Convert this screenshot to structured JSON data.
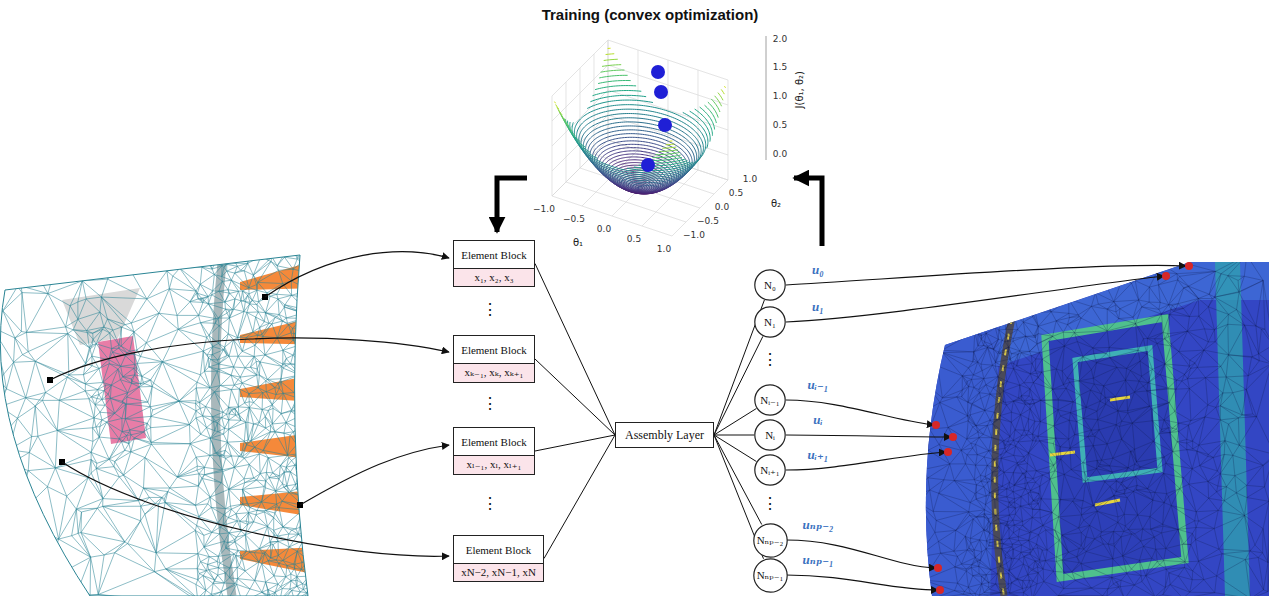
{
  "diagram": {
    "title": "Training (convex optimization)",
    "nodes": [
      {
        "text": [
          "Element Block",
          "x₁, x₂, x₃"
        ]
      },
      {
        "text": [
          "Element Block",
          "xₖ₋₁, xₖ, xₖ₊₁"
        ]
      },
      {
        "text": [
          "Element Block",
          "xₗ₋₁, xₗ, xₗ₊₁"
        ]
      },
      {
        "text": [
          "Element Block",
          "xN−2, xN−1, xN"
        ]
      },
      {
        "text": [
          "Assembly Layer"
        ]
      },
      {
        "text": [
          "N₀"
        ]
      },
      {
        "text": [
          "N₁"
        ]
      },
      {
        "text": [
          "Nᵢ₋₁"
        ]
      },
      {
        "text": [
          "Nᵢ"
        ]
      },
      {
        "text": [
          "Nᵢ₊₁"
        ]
      },
      {
        "text": [
          "Nₙₚ₋₂"
        ]
      },
      {
        "text": [
          "Nₙₚ₋₁"
        ]
      }
    ],
    "edges": [
      {
        "from": 0,
        "to": 4,
        "arrow": "none"
      },
      {
        "from": 1,
        "to": 4,
        "arrow": "none"
      },
      {
        "from": 2,
        "to": 4,
        "arrow": "none"
      },
      {
        "from": 3,
        "to": 4,
        "arrow": "none"
      },
      {
        "from": 4,
        "to": 5,
        "arrow": "none"
      },
      {
        "from": 4,
        "to": 6,
        "arrow": "none"
      },
      {
        "from": 4,
        "to": 7,
        "arrow": "none"
      },
      {
        "from": 4,
        "to": 8,
        "arrow": "none"
      },
      {
        "from": 4,
        "to": 9,
        "arrow": "none"
      },
      {
        "from": 4,
        "to": 10,
        "arrow": "none"
      },
      {
        "from": 4,
        "to": 11,
        "arrow": "none"
      }
    ],
    "labels": [
      "2.0",
      "1.5",
      "1.0",
      "0.5",
      "0.0",
      "J(θ₁, θ₂)",
      "−1.0",
      "−0.5",
      "0.0",
      "0.5",
      "1.0",
      "θ₁",
      "1.0",
      "0.5",
      "0.0",
      "−0.5",
      "−1.0",
      "θ₂",
      "⋮",
      "⋮",
      "⋮",
      "⋮",
      "⋮",
      "u₀",
      "u₁",
      "uᵢ₋₁",
      "uᵢ",
      "uᵢ₊₁",
      "uₙₚ₋₂",
      "uₙₚ₋₁"
    ]
  }
}
